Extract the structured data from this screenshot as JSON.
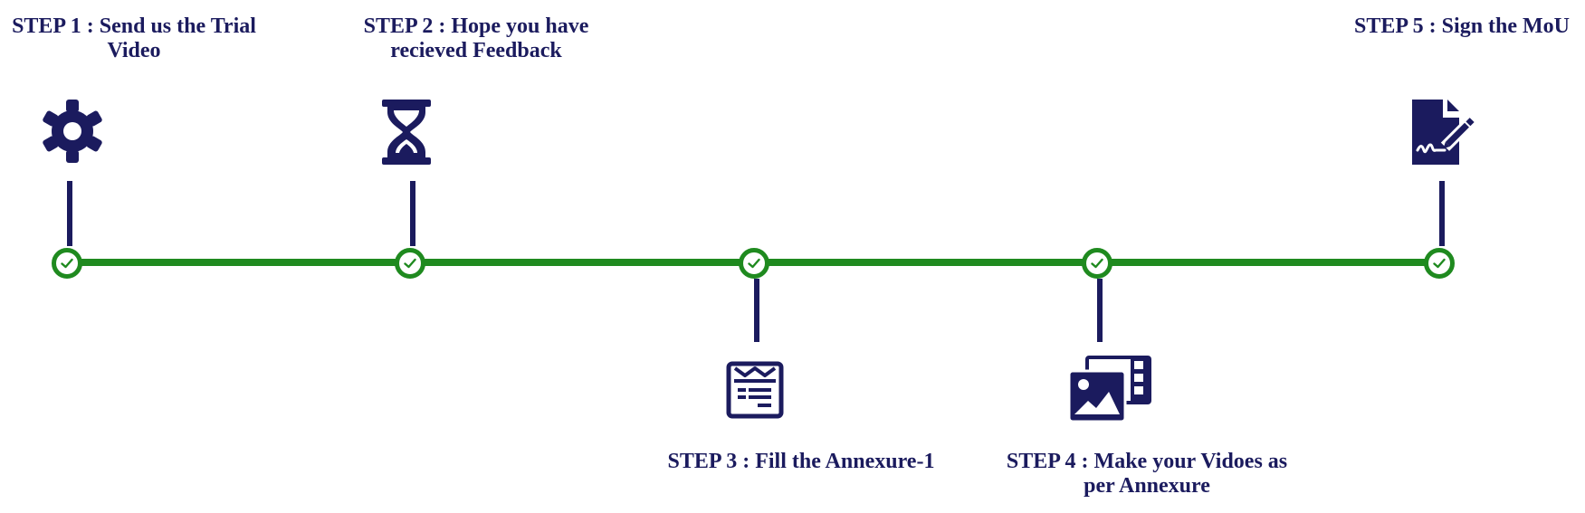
{
  "colors": {
    "text": "#1b1b5e",
    "icon": "#1b1b5e",
    "connector": "#1b1b5e",
    "line": "#1f8a1f",
    "check": "#1f8a1f"
  },
  "steps": [
    {
      "label": "STEP 1 : Send us the Trial\nVideo",
      "icon": "gear-icon",
      "status": "completed"
    },
    {
      "label": "STEP 2 : Hope you have\nrecieved Feedback",
      "icon": "hourglass-icon",
      "status": "completed"
    },
    {
      "label": "STEP 3 : Fill the Annexure-1",
      "icon": "form-icon",
      "status": "completed"
    },
    {
      "label": "STEP 4 : Make your Vidoes as\nper Annexure",
      "icon": "media-gallery-icon",
      "status": "completed"
    },
    {
      "label": "STEP 5 : Sign the MoU",
      "icon": "sign-document-icon",
      "status": "completed"
    }
  ]
}
